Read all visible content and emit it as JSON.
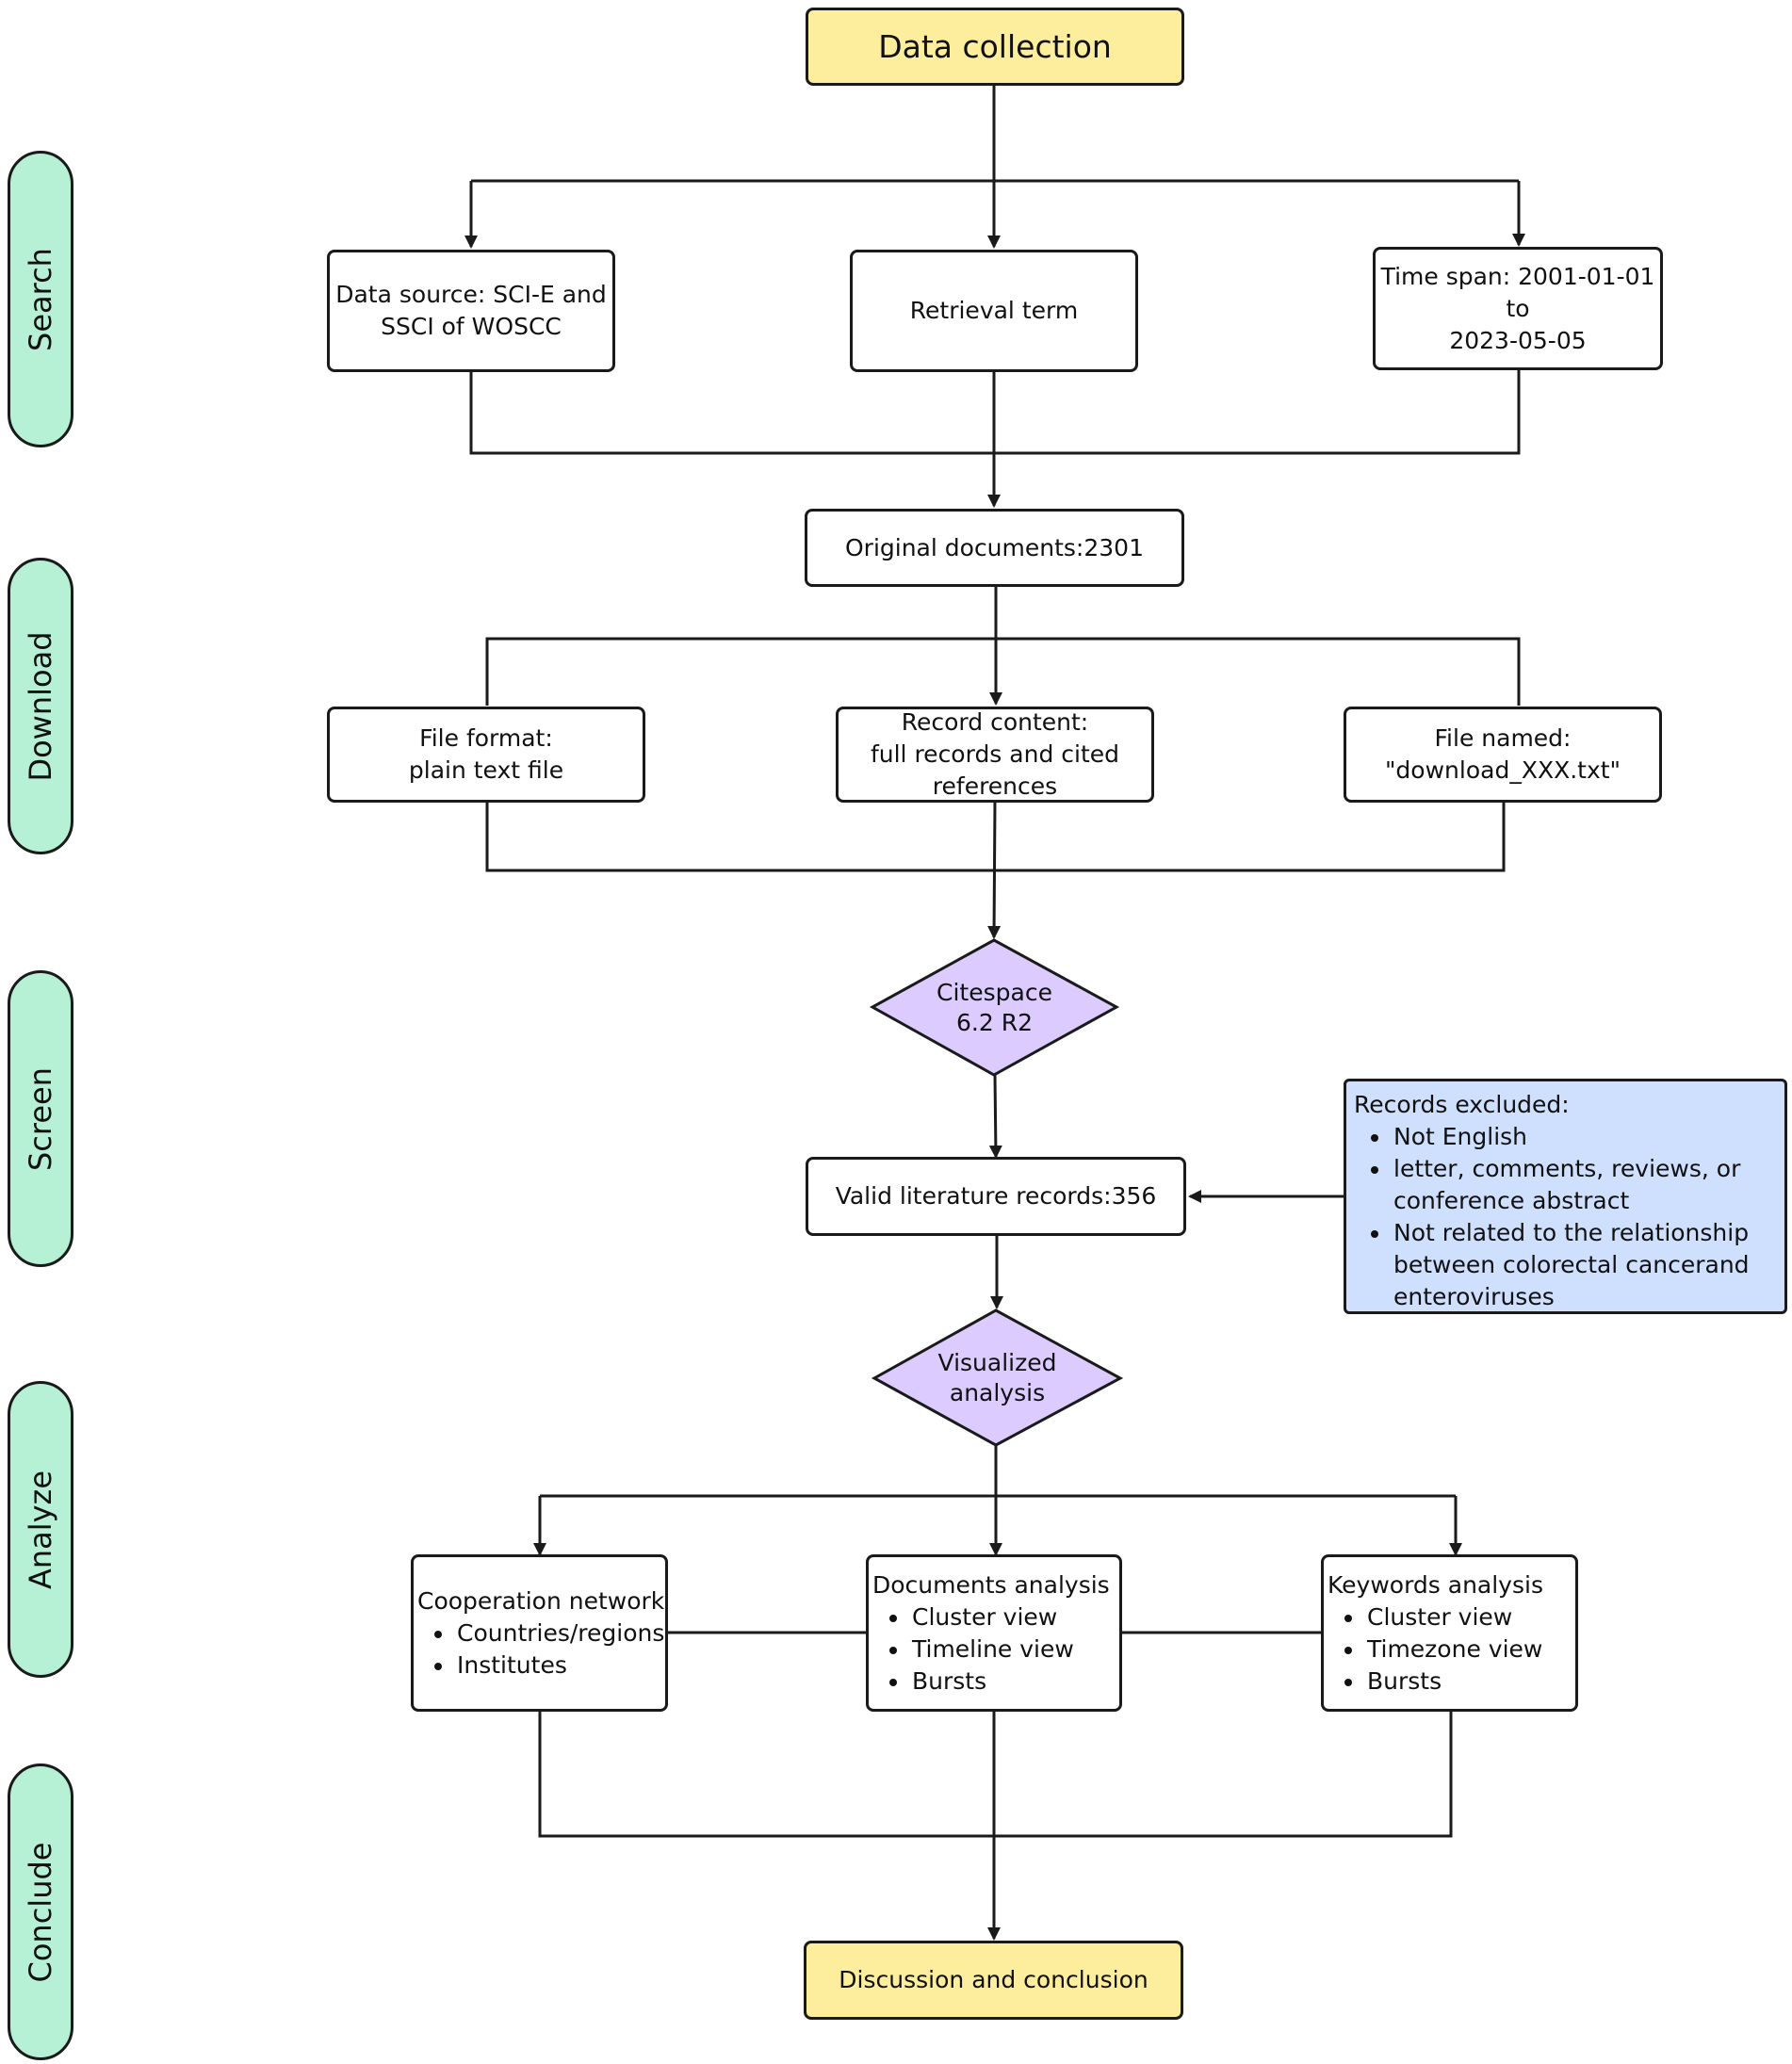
{
  "stages": [
    "Search",
    "Download",
    "Screen",
    "Analyze",
    "Conclude"
  ],
  "nodes": {
    "data_collection": "Data collection",
    "data_source": "Data source: SCI-E and\nSSCI of WOSCC",
    "retrieval_term": "Retrieval term",
    "time_span": "Time span: 2001-01-01 to\n2023-05-05",
    "original_documents": "Original documents:2301",
    "file_format": "File format:\nplain text file",
    "record_content": "Record content:\nfull records and cited\nreferences",
    "file_named": "File named:\n\"download_XXX.txt\"",
    "citespace": "Citespace\n6.2 R2",
    "valid_records": "Valid literature records:356",
    "records_excluded": {
      "title": "Records excluded:",
      "items": [
        "Not English",
        "letter, comments, reviews, or conference abstract",
        "Not related to the relationship between colorectal cancerand enteroviruses"
      ]
    },
    "visualized_analysis": "Visualized\nanalysis",
    "cooperation_network": {
      "title": "Cooperation network",
      "items": [
        "Countries/regions",
        "Institutes"
      ]
    },
    "documents_analysis": {
      "title": "Documents analysis",
      "items": [
        "Cluster view",
        "Timeline view",
        "Bursts"
      ]
    },
    "keywords_analysis": {
      "title": "Keywords analysis",
      "items": [
        "Cluster view",
        "Timezone view",
        "Bursts"
      ]
    },
    "discussion": "Discussion and conclusion"
  },
  "colors": {
    "stage_fill": "#b6f1d6",
    "terminal_fill": "#fcee9d",
    "decision_fill": "#dccbff",
    "exclusion_fill": "#cfe0ff",
    "line": "#1a1a1a"
  }
}
